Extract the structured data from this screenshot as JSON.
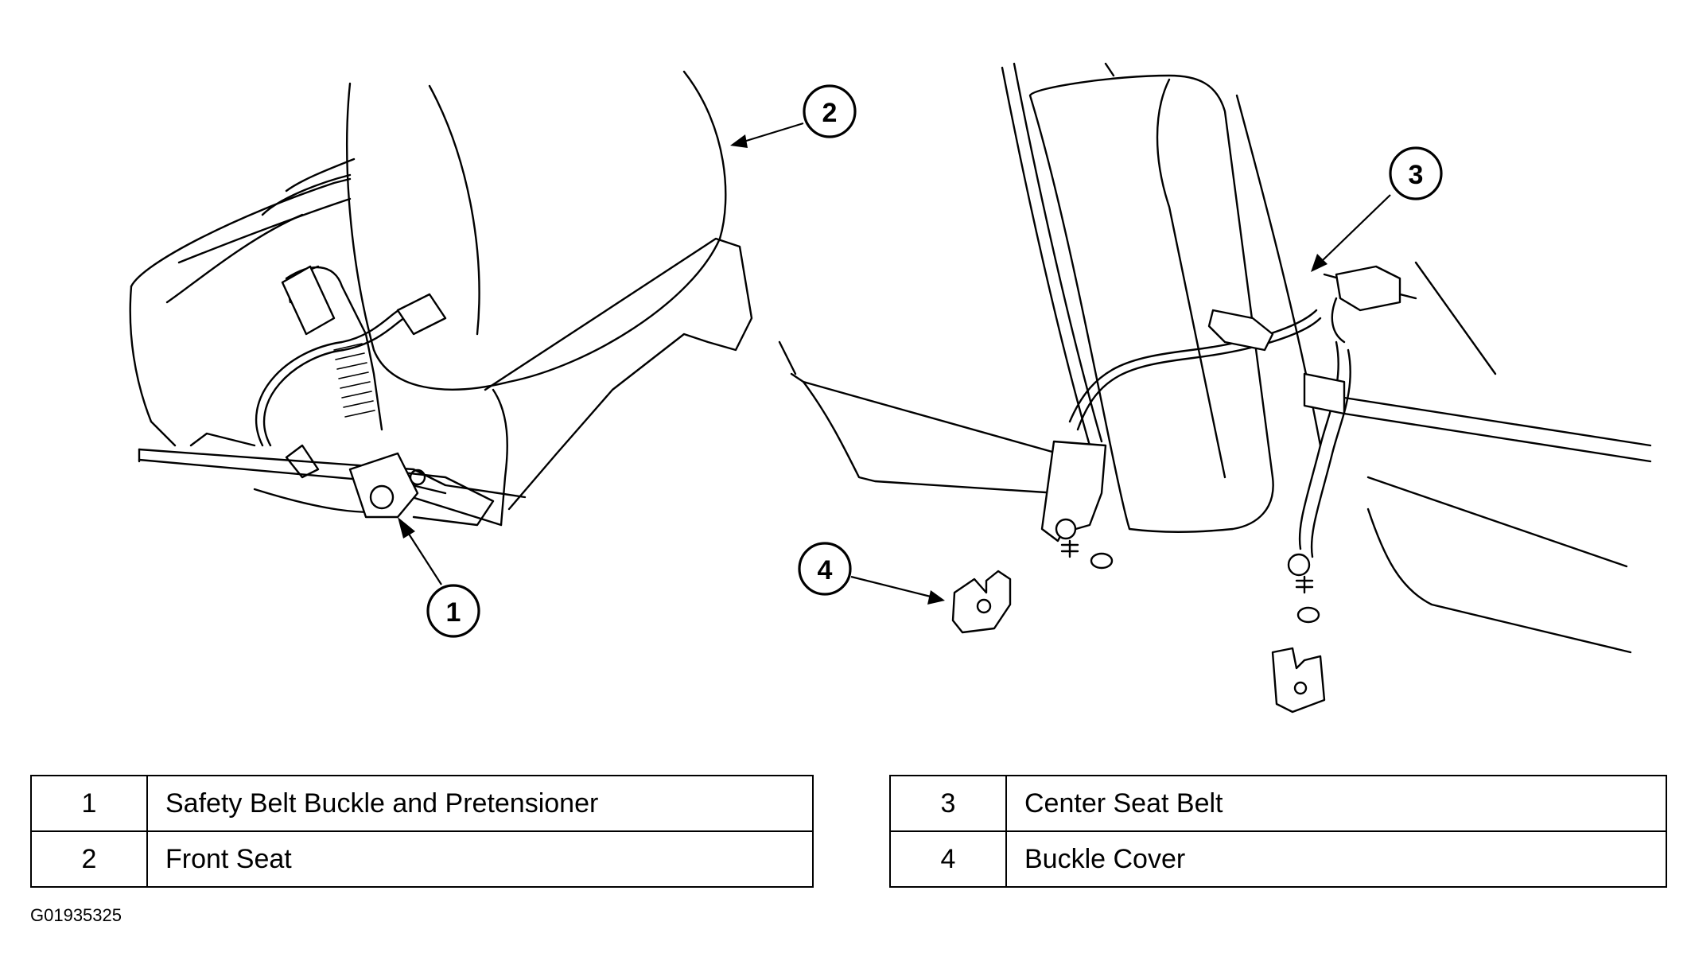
{
  "callouts": [
    {
      "number": "1",
      "label": "Safety Belt Buckle and Pretensioner"
    },
    {
      "number": "2",
      "label": "Front Seat"
    },
    {
      "number": "3",
      "label": "Center Seat Belt"
    },
    {
      "number": "4",
      "label": "Buckle Cover"
    }
  ],
  "figure_code": "G01935325"
}
